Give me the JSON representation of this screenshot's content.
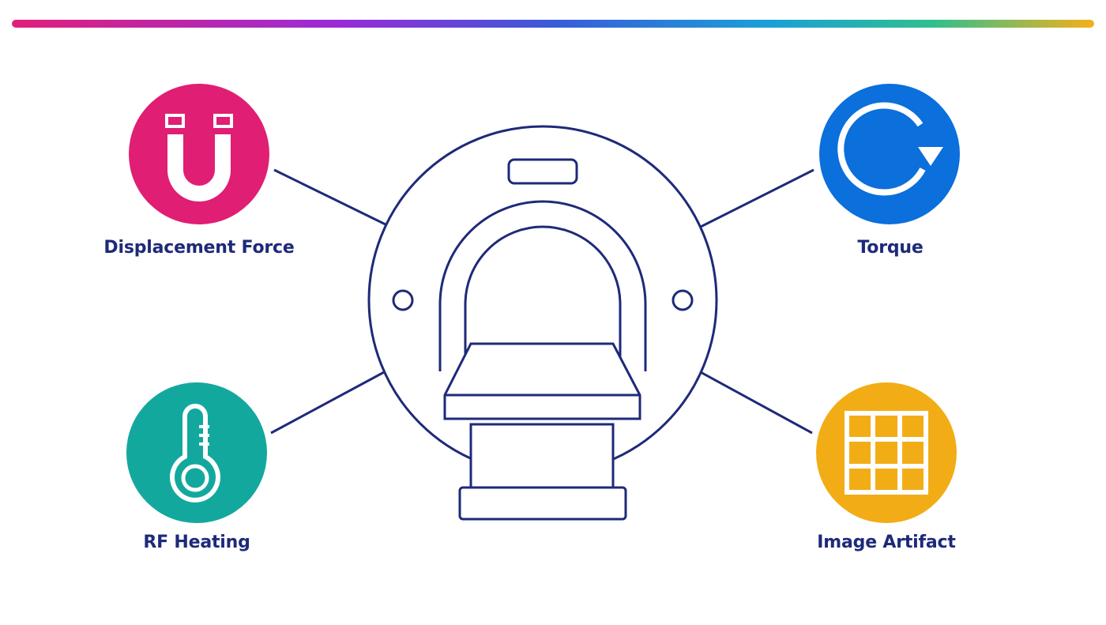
{
  "colors": {
    "line": "#1e2a78",
    "gradient": [
      "#e0207a",
      "#9b2bd6",
      "#3a5bd9",
      "#1aa0d8",
      "#2fbf8f",
      "#f5b01a"
    ],
    "displacement": "#e01e74",
    "torque": "#0b6fdc",
    "heating": "#13a89e",
    "artifact": "#f2ad16"
  },
  "hazards": {
    "displacement": {
      "label": "Displacement Force",
      "icon": "magnet-icon"
    },
    "torque": {
      "label": "Torque",
      "icon": "rotate-arrow-icon"
    },
    "heating": {
      "label": "RF Heating",
      "icon": "thermometer-icon"
    },
    "artifact": {
      "label": "Image Artifact",
      "icon": "grid-icon"
    }
  },
  "center": {
    "icon": "mri-scanner-icon"
  }
}
